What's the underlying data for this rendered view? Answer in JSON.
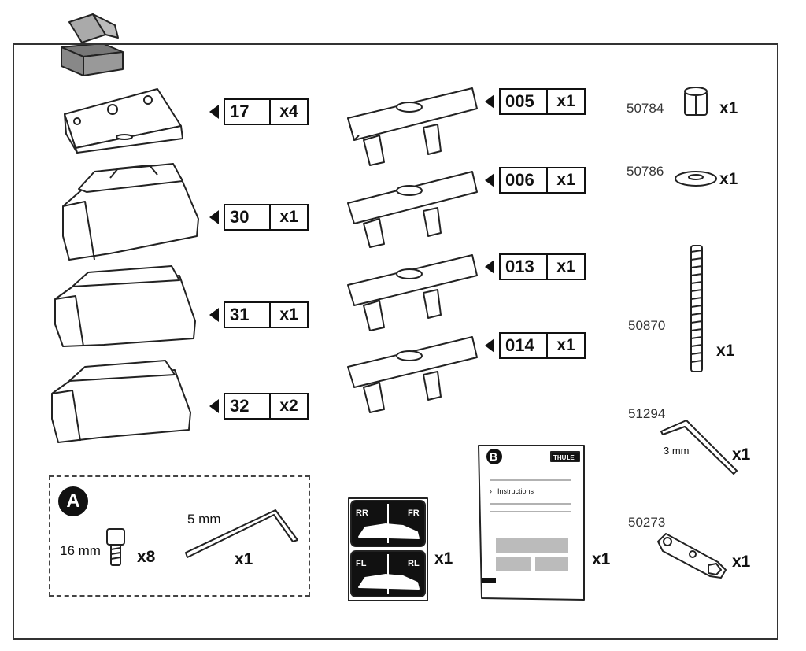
{
  "labels_left": [
    {
      "code": "17",
      "qty": "x4"
    },
    {
      "code": "30",
      "qty": "x1"
    },
    {
      "code": "31",
      "qty": "x1"
    },
    {
      "code": "32",
      "qty": "x2"
    }
  ],
  "labels_mid": [
    {
      "code": "005",
      "qty": "x1"
    },
    {
      "code": "006",
      "qty": "x1"
    },
    {
      "code": "013",
      "qty": "x1"
    },
    {
      "code": "014",
      "qty": "x1"
    }
  ],
  "parts_right": [
    {
      "part_no": "50784",
      "qty": "x1"
    },
    {
      "part_no": "50786",
      "qty": "x1"
    },
    {
      "part_no": "50870",
      "qty": "x1"
    },
    {
      "part_no": "51294",
      "qty": "x1",
      "size": "3 mm"
    },
    {
      "part_no": "50273",
      "qty": "x1"
    }
  ],
  "kit_a": {
    "badge": "A",
    "bolt_length": "16 mm",
    "bolt_qty": "x8",
    "key_size": "5 mm",
    "key_qty": "x1"
  },
  "stickers": {
    "top_left": "RR",
    "top_right": "FR",
    "bottom_left": "FL",
    "bottom_right": "RL",
    "qty": "x1"
  },
  "manual": {
    "badge": "B",
    "brand": "THULE",
    "heading": "Instructions",
    "qty": "x1"
  }
}
